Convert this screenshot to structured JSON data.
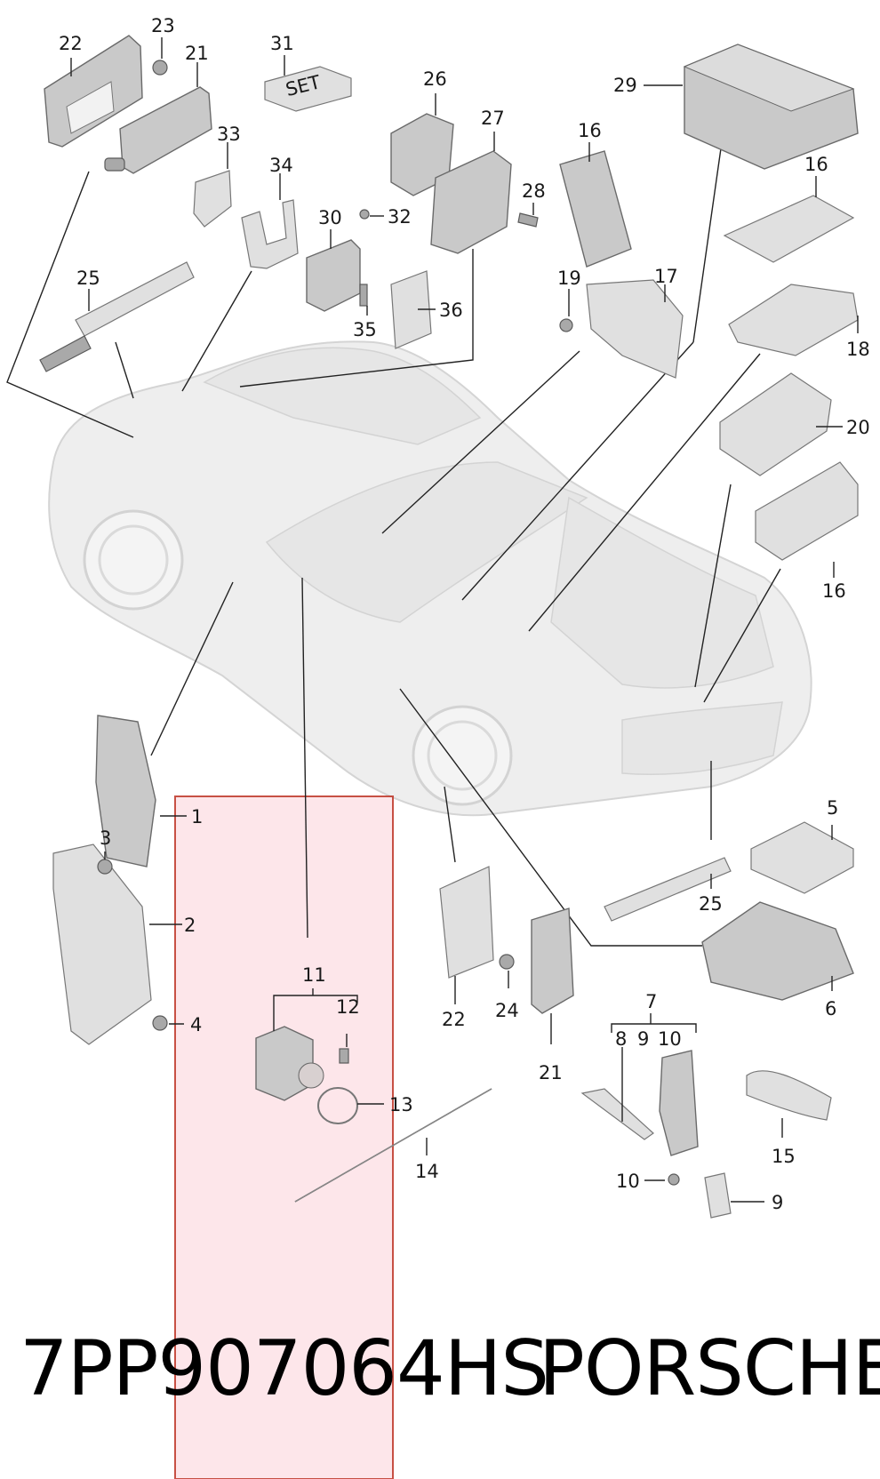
{
  "callouts": {
    "c1": "1",
    "c2": "2",
    "c3": "3",
    "c4": "4",
    "c5": "5",
    "c6": "6",
    "c7": "7",
    "c8": "8",
    "c9a": "9",
    "c9b": "9",
    "c10a": "10",
    "c10b": "10",
    "c11": "11",
    "c12": "12",
    "c13": "13",
    "c14": "14",
    "c15": "15",
    "c16a": "16",
    "c16b": "16",
    "c16c": "16",
    "c17": "17",
    "c18": "18",
    "c19": "19",
    "c20": "20",
    "c21a": "21",
    "c21b": "21",
    "c22a": "22",
    "c22b": "22",
    "c23": "23",
    "c24": "24",
    "c25a": "25",
    "c25b": "25",
    "c26": "26",
    "c27": "27",
    "c28": "28",
    "c29": "29",
    "c30": "30",
    "c31": "31",
    "c32": "32",
    "c33": "33",
    "c34": "34",
    "c35": "35",
    "c36": "36"
  },
  "set_box_label": "SET",
  "caption": {
    "part_number": "7PP907064HS",
    "brand": "PORSCHE"
  },
  "highlight": {
    "color": "#fde3e8",
    "border": "#c0392b"
  }
}
